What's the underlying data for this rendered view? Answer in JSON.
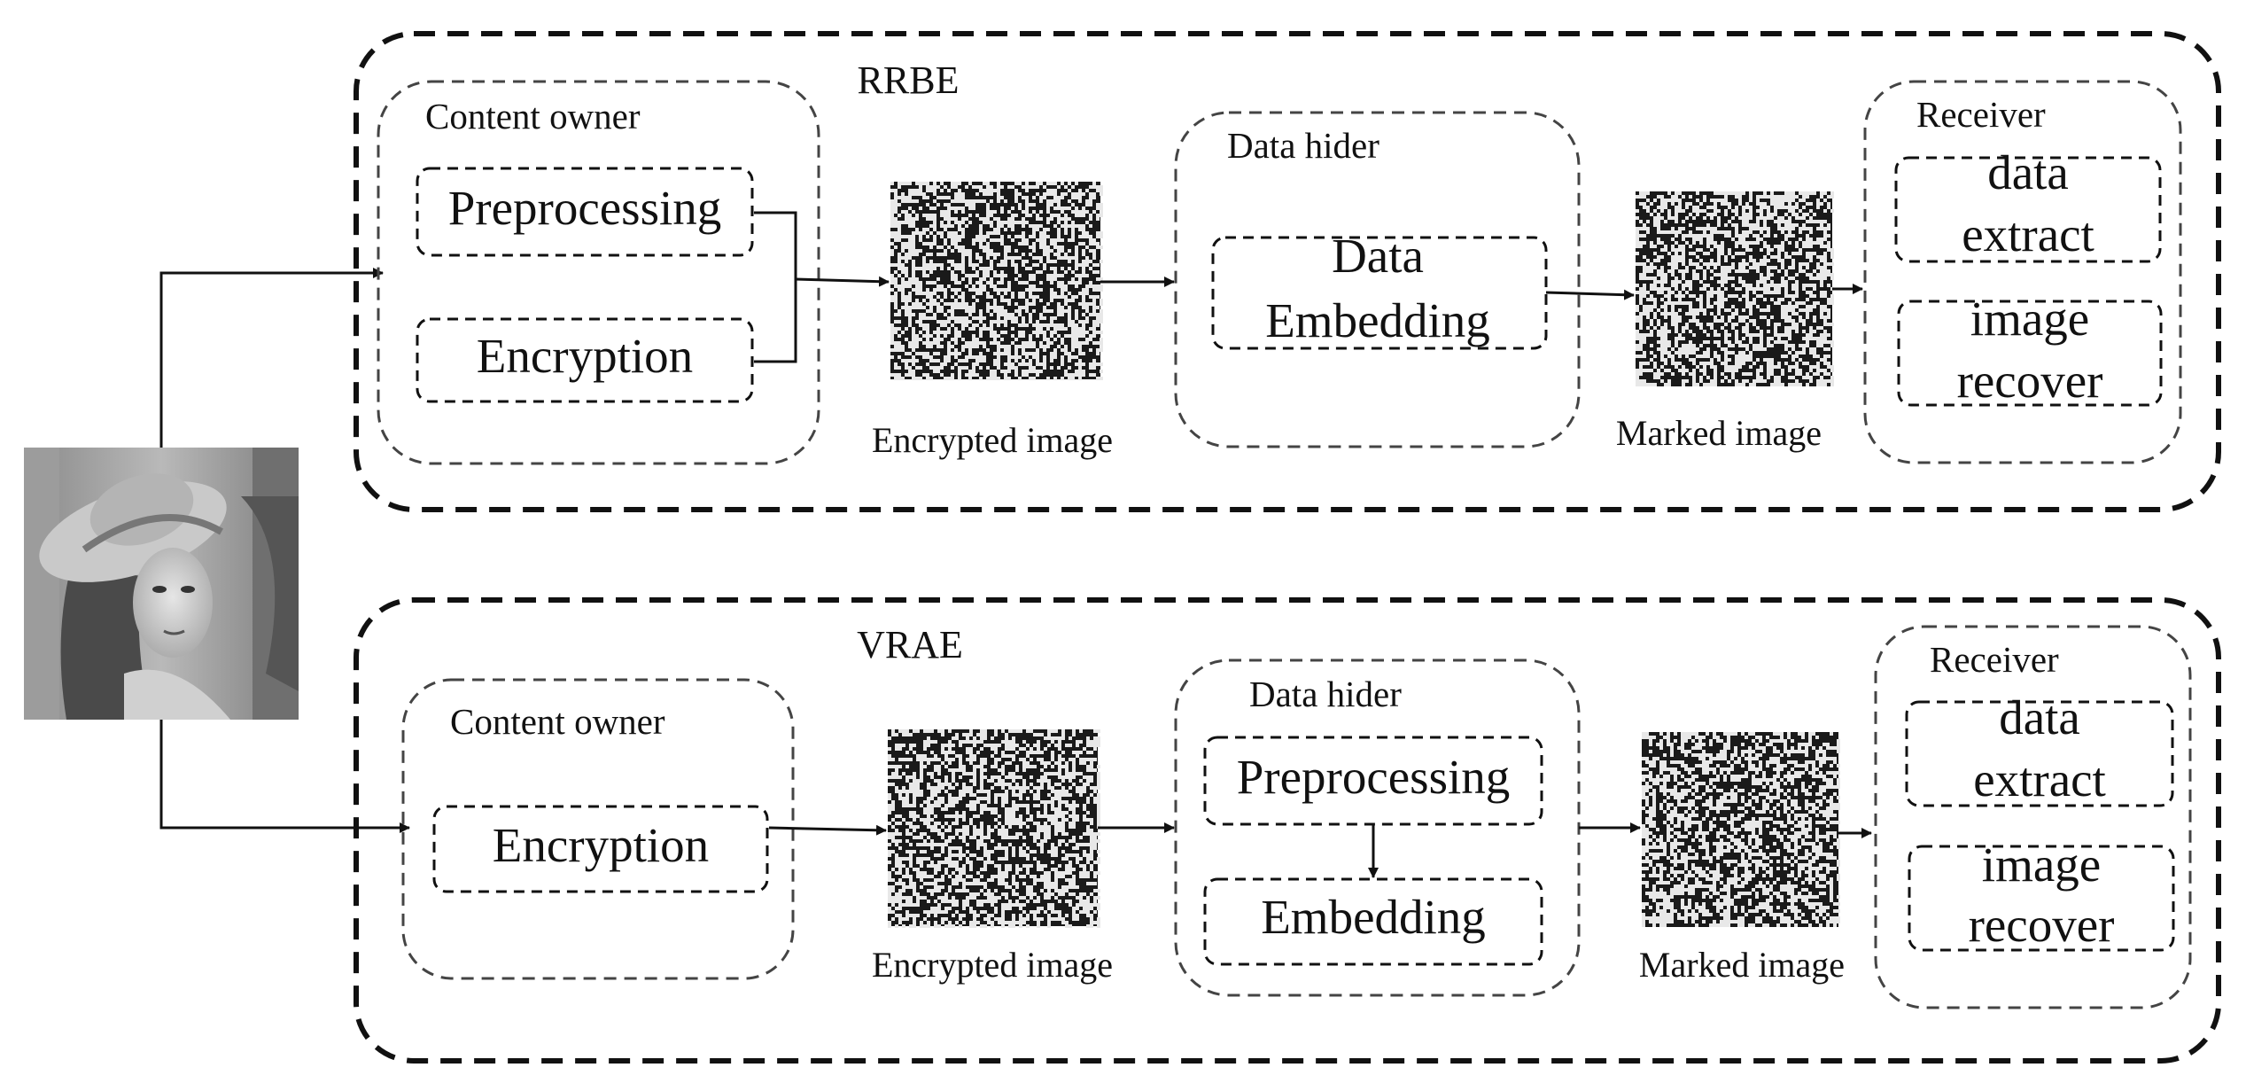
{
  "rrbe": {
    "title": "RRBE",
    "content_owner": {
      "label": "Content owner",
      "step_preprocessing": "Preprocessing",
      "step_encryption": "Encryption"
    },
    "encrypted_image_caption": "Encrypted image",
    "data_hider": {
      "label": "Data hider",
      "step_line1": "Data",
      "step_line2": "Embedding"
    },
    "marked_image_caption": "Marked image",
    "receiver": {
      "label": "Receiver",
      "extract_line1": "data",
      "extract_line2": "extract",
      "recover_line1": "image",
      "recover_line2": "recover"
    }
  },
  "vrae": {
    "title": "VRAE",
    "content_owner": {
      "label": "Content owner",
      "step_encryption": "Encryption"
    },
    "encrypted_image_caption": "Encrypted image",
    "data_hider": {
      "label": "Data hider",
      "step_preprocessing": "Preprocessing",
      "step_embedding": "Embedding"
    },
    "marked_image_caption": "Marked image",
    "receiver": {
      "label": "Receiver",
      "extract_line1": "data",
      "extract_line2": "extract",
      "recover_line1": "image",
      "recover_line2": "recover"
    }
  },
  "colors": {
    "ink": "#111111",
    "inner_dash": "#444444",
    "noise_dark": "#1a1a1a",
    "noise_light": "#e8e8e8"
  }
}
